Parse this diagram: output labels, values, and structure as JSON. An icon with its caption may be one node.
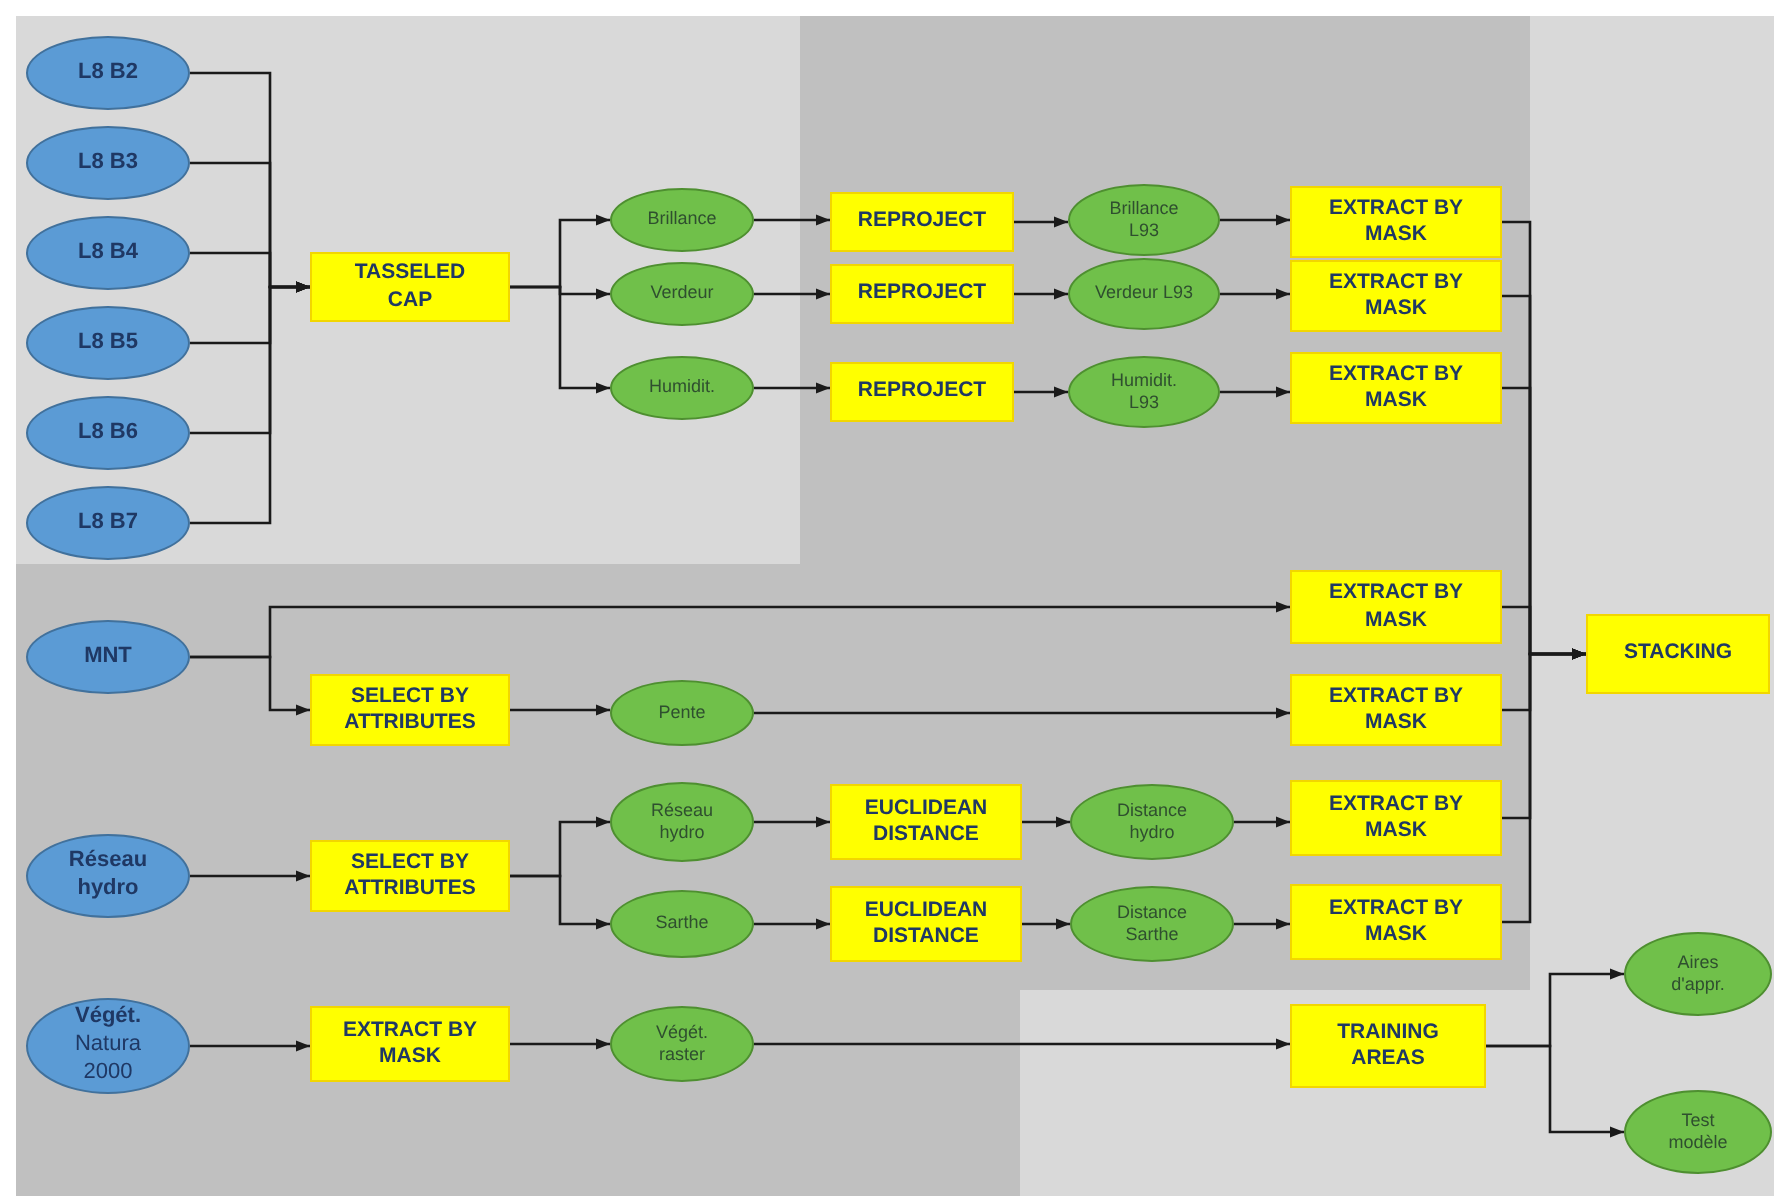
{
  "diagram": {
    "nodes": [
      {
        "text": [
          "L8 B2"
        ]
      },
      {
        "text": [
          "L8 B3"
        ]
      },
      {
        "text": [
          "L8 B4"
        ]
      },
      {
        "text": [
          "L8 B5"
        ]
      },
      {
        "text": [
          "L8 B6"
        ]
      },
      {
        "text": [
          "L8 B7"
        ]
      },
      {
        "text": [
          "TASSELED CAP"
        ]
      },
      {
        "text": [
          "Brillance"
        ]
      },
      {
        "text": [
          "Verdeur"
        ]
      },
      {
        "text": [
          "Humidit."
        ]
      },
      {
        "text": [
          "REPROJECT"
        ]
      },
      {
        "text": [
          "REPROJECT"
        ]
      },
      {
        "text": [
          "REPROJECT"
        ]
      },
      {
        "text": [
          "Brillance L93"
        ]
      },
      {
        "text": [
          "Verdeur L93"
        ]
      },
      {
        "text": [
          "Humidit. L93"
        ]
      },
      {
        "text": [
          "EXTRACT BY MASK"
        ]
      },
      {
        "text": [
          "EXTRACT BY MASK"
        ]
      },
      {
        "text": [
          "EXTRACT BY MASK"
        ]
      },
      {
        "text": [
          "MNT"
        ]
      },
      {
        "text": [
          "EXTRACT BY MASK"
        ]
      },
      {
        "text": [
          "SELECT BY ATTRIBUTES"
        ]
      },
      {
        "text": [
          "Pente"
        ]
      },
      {
        "text": [
          "EXTRACT BY MASK"
        ]
      },
      {
        "text": [
          "STACKING"
        ]
      },
      {
        "text": [
          "Réseau hydro"
        ]
      },
      {
        "text": [
          "SELECT BY ATTRIBUTES"
        ]
      },
      {
        "text": [
          "Réseau hydro"
        ]
      },
      {
        "text": [
          "EUCLIDEAN DISTANCE"
        ]
      },
      {
        "text": [
          "Distance hydro"
        ]
      },
      {
        "text": [
          "EXTRACT BY MASK"
        ]
      },
      {
        "text": [
          "Sarthe"
        ]
      },
      {
        "text": [
          "EUCLIDEAN DISTANCE"
        ]
      },
      {
        "text": [
          "Distance Sarthe"
        ]
      },
      {
        "text": [
          "EXTRACT BY MASK"
        ]
      },
      {
        "text": [
          "Végét.",
          "Natura 2000"
        ]
      },
      {
        "text": [
          "EXTRACT BY MASK"
        ]
      },
      {
        "text": [
          "Végét. raster"
        ]
      },
      {
        "text": [
          "TRAINING AREAS"
        ]
      },
      {
        "text": [
          "Aires d'appr."
        ]
      },
      {
        "text": [
          "Test modèle"
        ]
      }
    ],
    "edges": [
      {
        "from": 0,
        "to": 6,
        "arrow": "to"
      },
      {
        "from": 1,
        "to": 6,
        "arrow": "to"
      },
      {
        "from": 2,
        "to": 6,
        "arrow": "to"
      },
      {
        "from": 3,
        "to": 6,
        "arrow": "to"
      },
      {
        "from": 4,
        "to": 6,
        "arrow": "to"
      },
      {
        "from": 5,
        "to": 6,
        "arrow": "to"
      },
      {
        "from": 6,
        "to": 7,
        "arrow": "to"
      },
      {
        "from": 6,
        "to": 8,
        "arrow": "to"
      },
      {
        "from": 6,
        "to": 9,
        "arrow": "to"
      },
      {
        "from": 7,
        "to": 10,
        "arrow": "to"
      },
      {
        "from": 8,
        "to": 11,
        "arrow": "to"
      },
      {
        "from": 9,
        "to": 12,
        "arrow": "to"
      },
      {
        "from": 10,
        "to": 13,
        "arrow": "to"
      },
      {
        "from": 11,
        "to": 14,
        "arrow": "to"
      },
      {
        "from": 12,
        "to": 15,
        "arrow": "to"
      },
      {
        "from": 13,
        "to": 16,
        "arrow": "to"
      },
      {
        "from": 14,
        "to": 17,
        "arrow": "to"
      },
      {
        "from": 15,
        "to": 18,
        "arrow": "to"
      },
      {
        "from": 16,
        "to": 24,
        "arrow": "to"
      },
      {
        "from": 17,
        "to": 24,
        "arrow": "to"
      },
      {
        "from": 18,
        "to": 24,
        "arrow": "to"
      },
      {
        "from": 19,
        "to": 20,
        "arrow": "to"
      },
      {
        "from": 19,
        "to": 21,
        "arrow": "to"
      },
      {
        "from": 21,
        "to": 22,
        "arrow": "to"
      },
      {
        "from": 22,
        "to": 23,
        "arrow": "to"
      },
      {
        "from": 20,
        "to": 24,
        "arrow": "to"
      },
      {
        "from": 23,
        "to": 24,
        "arrow": "to"
      },
      {
        "from": 25,
        "to": 26,
        "arrow": "to"
      },
      {
        "from": 26,
        "to": 27,
        "arrow": "to"
      },
      {
        "from": 26,
        "to": 31,
        "arrow": "to"
      },
      {
        "from": 27,
        "to": 28,
        "arrow": "to"
      },
      {
        "from": 28,
        "to": 29,
        "arrow": "to"
      },
      {
        "from": 29,
        "to": 30,
        "arrow": "to"
      },
      {
        "from": 31,
        "to": 32,
        "arrow": "to"
      },
      {
        "from": 32,
        "to": 33,
        "arrow": "to"
      },
      {
        "from": 33,
        "to": 34,
        "arrow": "to"
      },
      {
        "from": 30,
        "to": 24,
        "arrow": "to"
      },
      {
        "from": 34,
        "to": 24,
        "arrow": "to"
      },
      {
        "from": 35,
        "to": 36,
        "arrow": "to"
      },
      {
        "from": 36,
        "to": 37,
        "arrow": "to"
      },
      {
        "from": 37,
        "to": 38,
        "arrow": "to"
      },
      {
        "from": 38,
        "to": 39,
        "arrow": "to"
      },
      {
        "from": 38,
        "to": 40,
        "arrow": "to"
      }
    ]
  }
}
